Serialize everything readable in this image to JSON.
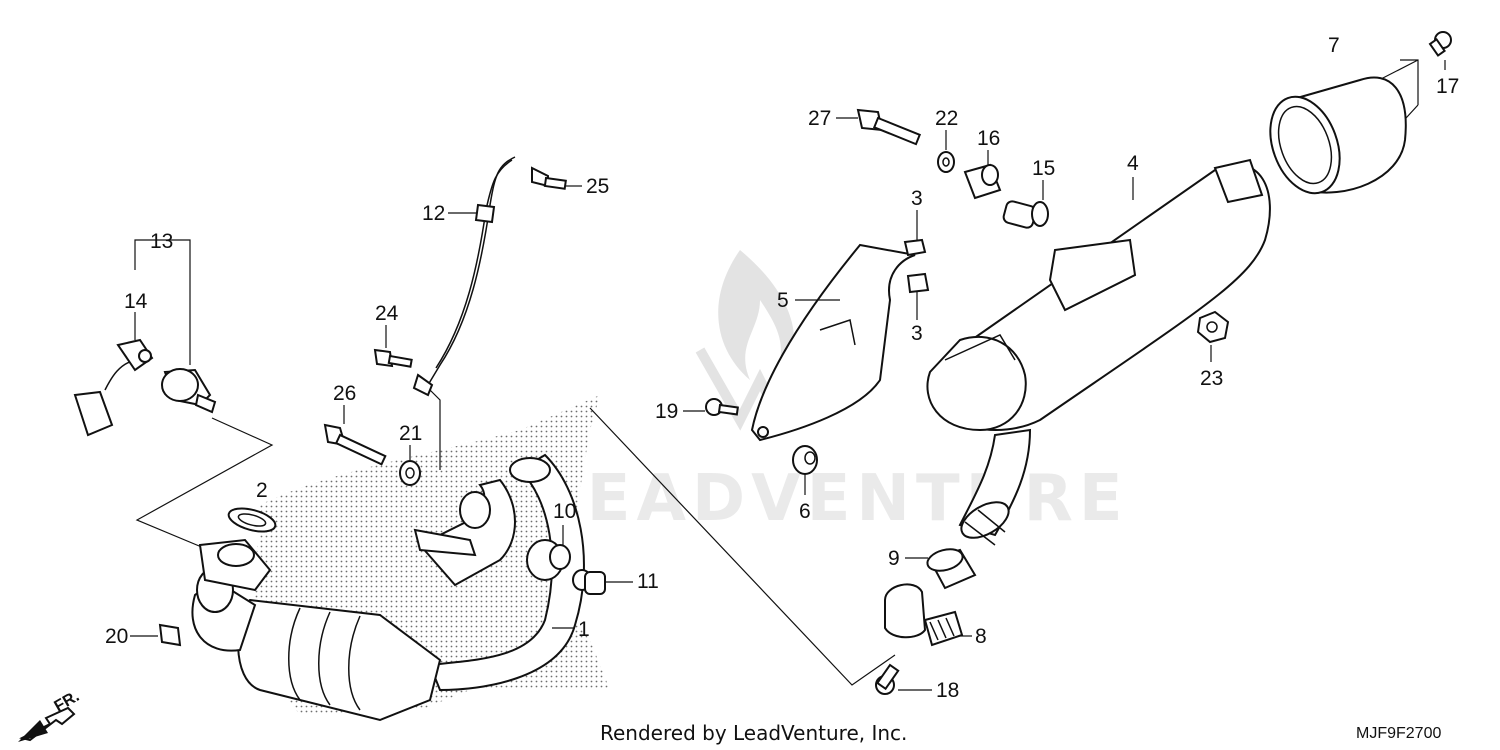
{
  "callouts": {
    "c1": "1",
    "c2": "2",
    "c3a": "3",
    "c3b": "3",
    "c4": "4",
    "c5": "5",
    "c6": "6",
    "c7": "7",
    "c8": "8",
    "c9": "9",
    "c10": "10",
    "c11": "11",
    "c12": "12",
    "c13": "13",
    "c14": "14",
    "c15": "15",
    "c16": "16",
    "c17": "17",
    "c18": "18",
    "c19": "19",
    "c20": "20",
    "c21": "21",
    "c22": "22",
    "c23": "23",
    "c24": "24",
    "c25": "25",
    "c26": "26",
    "c27": "27"
  },
  "watermark": "LEADVENTURE",
  "footer": {
    "rendered_by": "Rendered by LeadVenture, Inc.",
    "diagram_code": "MJF9F2700"
  },
  "direction": {
    "label": "FR."
  },
  "icons": {
    "front_arrow": "front-arrow-icon"
  }
}
